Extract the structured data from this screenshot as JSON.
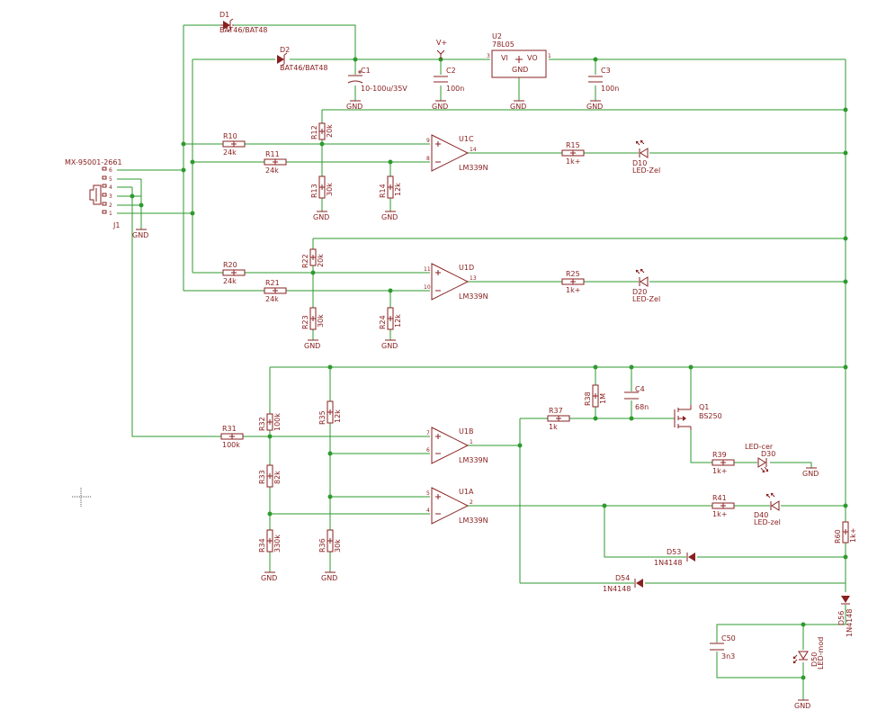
{
  "parts": {
    "D1": {
      "ref": "D1",
      "value": "BAT46/BAT48"
    },
    "D2": {
      "ref": "D2",
      "value": "BAT46/BAT48"
    },
    "C1": {
      "ref": "C1",
      "value": "10-100u/35V"
    },
    "C2": {
      "ref": "C2",
      "value": "100n"
    },
    "C3": {
      "ref": "C3",
      "value": "100n"
    },
    "C4": {
      "ref": "C4",
      "value": "68n"
    },
    "C50": {
      "ref": "C50",
      "value": "3n3"
    },
    "U2": {
      "ref": "U2",
      "value": "78L05",
      "vi": "VI",
      "vo": "VO",
      "gnd": "GND"
    },
    "supply": "V+",
    "J1": {
      "ref": "J1",
      "value": "MX-95001-2661",
      "pins": [
        "6",
        "5",
        "4",
        "3",
        "2",
        "1"
      ]
    },
    "R10": {
      "ref": "R10",
      "value": "24k"
    },
    "R11": {
      "ref": "R11",
      "value": "24k"
    },
    "R12": {
      "ref": "R12",
      "value": "20k"
    },
    "R13": {
      "ref": "R13",
      "value": "30k"
    },
    "R14": {
      "ref": "R14",
      "value": "12k"
    },
    "R15": {
      "ref": "R15",
      "value": "1k+"
    },
    "R20": {
      "ref": "R20",
      "value": "24k"
    },
    "R21": {
      "ref": "R21",
      "value": "24k"
    },
    "R22": {
      "ref": "R22",
      "value": "20k"
    },
    "R23": {
      "ref": "R23",
      "value": "30k"
    },
    "R24": {
      "ref": "R24",
      "value": "12k"
    },
    "R25": {
      "ref": "R25",
      "value": "1k+"
    },
    "R31": {
      "ref": "R31",
      "value": "100k"
    },
    "R32": {
      "ref": "R32",
      "value": "100k"
    },
    "R33": {
      "ref": "R33",
      "value": "82k"
    },
    "R34": {
      "ref": "R34",
      "value": "330k"
    },
    "R35": {
      "ref": "R35",
      "value": "12k"
    },
    "R36": {
      "ref": "R36",
      "value": "30k"
    },
    "R37": {
      "ref": "R37",
      "value": "1k"
    },
    "R38": {
      "ref": "R38",
      "value": "1M"
    },
    "R39": {
      "ref": "R39",
      "value": "1k+"
    },
    "R41": {
      "ref": "R41",
      "value": "1k+"
    },
    "R60": {
      "ref": "R60",
      "value": "1k+"
    },
    "U1C": {
      "ref": "U1C",
      "value": "LM339N",
      "pin_a": "9",
      "pin_b": "8",
      "pin_out": "14"
    },
    "U1D": {
      "ref": "U1D",
      "value": "LM339N",
      "pin_a": "11",
      "pin_b": "10",
      "pin_out": "13"
    },
    "U1B": {
      "ref": "U1B",
      "value": "LM339N",
      "pin_a": "7",
      "pin_b": "6",
      "pin_out": "1"
    },
    "U1A": {
      "ref": "U1A",
      "value": "LM339N",
      "pin_a": "5",
      "pin_b": "4",
      "pin_out": "2"
    },
    "D10": {
      "ref": "D10",
      "value": "LED-Zel"
    },
    "D20": {
      "ref": "D20",
      "value": "LED-Zel"
    },
    "D30": {
      "ref": "D30",
      "value": "LED-cer"
    },
    "D40": {
      "ref": "D40",
      "value": "LED-zel"
    },
    "D50": {
      "ref": "D50",
      "value": "LED-mod"
    },
    "D53": {
      "ref": "D53",
      "value": "1N4148"
    },
    "D54": {
      "ref": "D54",
      "value": "1N4148"
    },
    "D56": {
      "ref": "D56",
      "value": "1N4148"
    },
    "Q1": {
      "ref": "Q1",
      "value": "BS250"
    }
  },
  "gnd_label": "GND",
  "colors": {
    "wire": "#2e9a2e",
    "component": "#8a2020",
    "background": "#ffffff"
  },
  "icons": {
    "cursor": "crosshair-icon",
    "connector": "rj-connector-icon"
  }
}
